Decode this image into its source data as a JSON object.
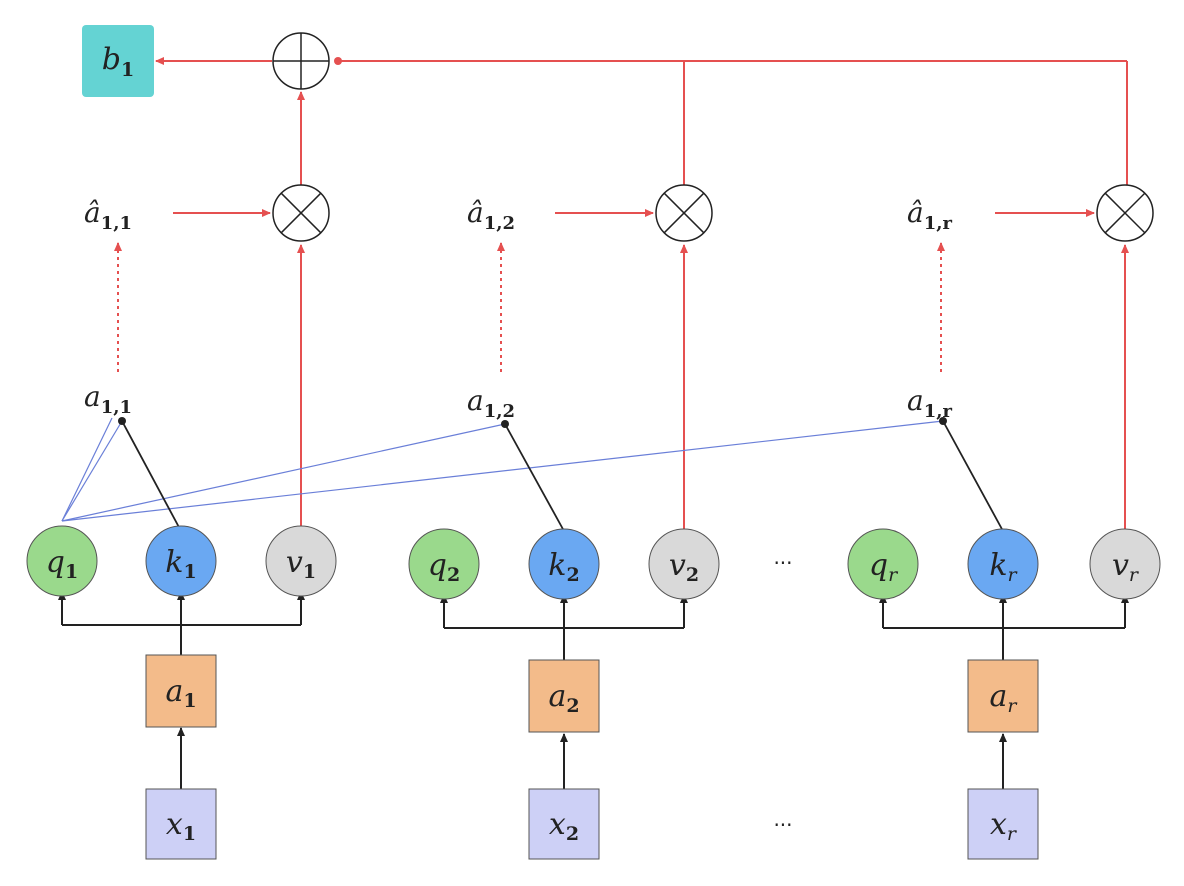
{
  "colors": {
    "red": "#e55050",
    "black": "#222222",
    "blue": "#6a7fd8",
    "q_fill": "#9ad98c",
    "k_fill": "#6aa8f2",
    "v_fill": "#d9d9d9",
    "a_fill": "#f3bb8a",
    "x_fill": "#cdd0f6",
    "b_fill": "#64d3d3"
  },
  "output": {
    "symbol": "b",
    "sub": "1"
  },
  "columns": [
    {
      "x": {
        "symbol": "x",
        "sub": "1"
      },
      "a": {
        "symbol": "a",
        "sub": "1"
      },
      "q": {
        "symbol": "q",
        "sub": "1"
      },
      "k": {
        "symbol": "k",
        "sub": "1"
      },
      "v": {
        "symbol": "v",
        "sub": "1"
      },
      "score": {
        "symbol": "a",
        "sub": "1,1"
      },
      "score_hat": {
        "symbol": "â",
        "sub": "1,1"
      }
    },
    {
      "x": {
        "symbol": "x",
        "sub": "2"
      },
      "a": {
        "symbol": "a",
        "sub": "2"
      },
      "q": {
        "symbol": "q",
        "sub": "2"
      },
      "k": {
        "symbol": "k",
        "sub": "2"
      },
      "v": {
        "symbol": "v",
        "sub": "2"
      },
      "score": {
        "symbol": "a",
        "sub": "1,2"
      },
      "score_hat": {
        "symbol": "â",
        "sub": "1,2"
      }
    },
    {
      "x": {
        "symbol": "x",
        "sub": "r"
      },
      "a": {
        "symbol": "a",
        "sub": "r"
      },
      "q": {
        "symbol": "q",
        "sub": "r"
      },
      "k": {
        "symbol": "k",
        "sub": "r"
      },
      "v": {
        "symbol": "v",
        "sub": "r"
      },
      "score": {
        "symbol": "a",
        "sub": "1,r"
      },
      "score_hat": {
        "symbol": "â",
        "sub": "1,r"
      }
    }
  ],
  "ellipsis": "···"
}
